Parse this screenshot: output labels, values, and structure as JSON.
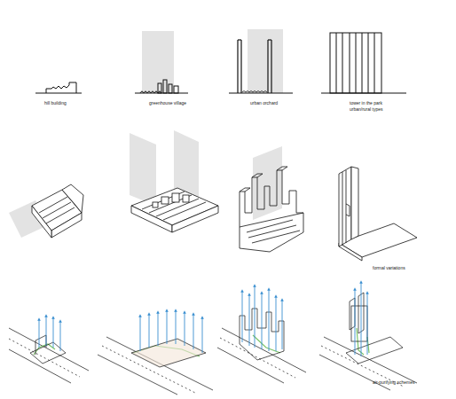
{
  "diagram": {
    "labels": [
      "hill building",
      "greenhouse village",
      "urban orchard",
      "tower in the park",
      "urban/rural types",
      "formal variations",
      "air-purifying schemes"
    ]
  }
}
